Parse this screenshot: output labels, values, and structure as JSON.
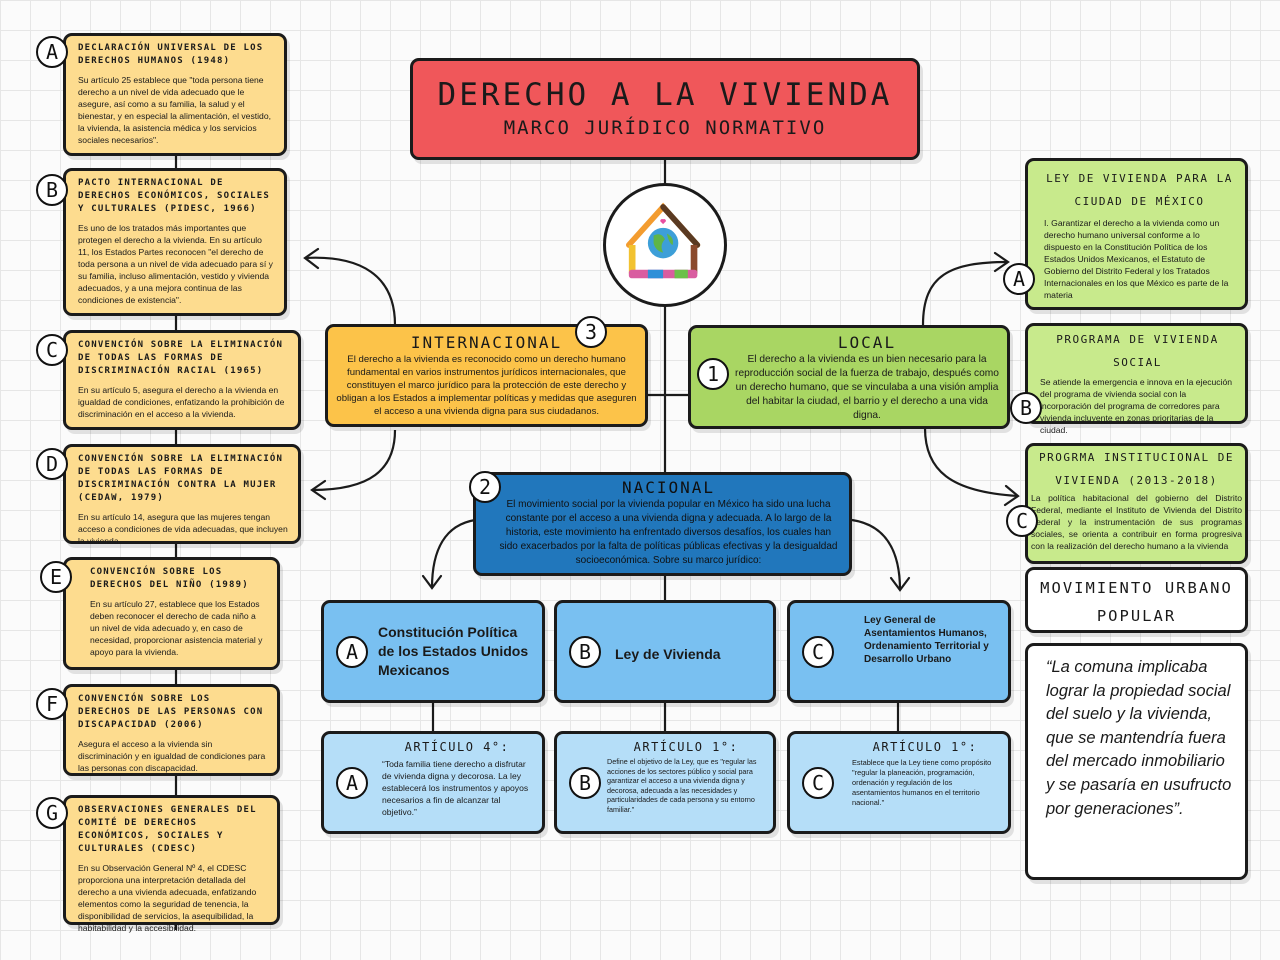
{
  "header": {
    "title": "DERECHO A LA VIVIENDA",
    "subtitle": "MARCO JURÍDICO NORMATIVO"
  },
  "international": {
    "badge": "3",
    "title": "INTERNACIONAL",
    "text": "El derecho a la vivienda es reconocido como un derecho humano fundamental en varios instrumentos jurídicos internacionales, que constituyen el marco jurídico para la protección de este derecho y obligan a los Estados a implementar políticas y medidas que aseguren el acceso a una vivienda digna para sus ciudadanos."
  },
  "local": {
    "badge": "1",
    "title": "LOCAL",
    "text": "El derecho a la vivienda es un bien necesario para la reproducción social de la fuerza de trabajo, después como un derecho humano, que se vinculaba a una visión amplia del habitar la ciudad, el barrio y el derecho a una vida digna."
  },
  "national": {
    "badge": "2",
    "title": "NACIONAL",
    "text": "El movimiento social por la vivienda popular en México ha sido una lucha constante por el acceso a una vivienda digna y adecuada. A lo largo de la historia, este movimiento ha enfrentado diversos desafíos, los cuales han sido exacerbados por la falta de políticas públicas efectivas y la desigualdad socioeconómica. Sobre su marco jurídico:"
  },
  "left_items": [
    {
      "letter": "A",
      "title": "DECLARACIÓN UNIVERSAL DE LOS DERECHOS HUMANOS (1948)",
      "text": "Su artículo 25 establece que \"toda persona tiene derecho a un nivel de vida adecuado que le asegure, así como a su familia, la salud y el bienestar, y en especial la alimentación, el vestido, la vivienda, la asistencia médica y los servicios sociales necesarios\"."
    },
    {
      "letter": "B",
      "title": "PACTO INTERNACIONAL DE DERECHOS ECONÓMICOS, SOCIALES Y CULTURALES (PIDESC, 1966)",
      "text": "Es uno de los tratados más importantes que protegen el derecho a la vivienda. En su artículo 11, los Estados Partes reconocen \"el derecho de toda persona a un nivel de vida adecuado para sí y su familia, incluso alimentación, vestido y vivienda adecuados, y a una mejora continua de las condiciones de existencia\"."
    },
    {
      "letter": "C",
      "title": "CONVENCIÓN SOBRE LA ELIMINACIÓN DE TODAS LAS FORMAS DE DISCRIMINACIÓN RACIAL (1965)",
      "text": "En su artículo 5, asegura el derecho a la vivienda en igualdad de condiciones, enfatizando la prohibición de discriminación en el acceso a la vivienda."
    },
    {
      "letter": "D",
      "title": "CONVENCIÓN SOBRE LA ELIMINACIÓN DE TODAS LAS FORMAS DE DISCRIMINACIÓN CONTRA LA MUJER (CEDAW, 1979)",
      "text": "En su artículo 14, asegura que las mujeres tengan acceso a condiciones de vida adecuadas, que incluyen la vivienda."
    },
    {
      "letter": "E",
      "title": "CONVENCIÓN SOBRE LOS DERECHOS DEL NIÑO (1989)",
      "text": "En su artículo 27, establece que los Estados deben reconocer el derecho de cada niño a un nivel de vida adecuado y, en caso de necesidad, proporcionar asistencia material y apoyo para la vivienda."
    },
    {
      "letter": "F",
      "title": "CONVENCIÓN SOBRE LOS DERECHOS DE LAS PERSONAS CON DISCAPACIDAD (2006)",
      "text": "Asegura el acceso a la vivienda sin discriminación y en igualdad de condiciones para las personas con discapacidad."
    },
    {
      "letter": "G",
      "title": "OBSERVACIONES GENERALES DEL COMITÉ DE DERECHOS ECONÓMICOS, SOCIALES Y CULTURALES (CDESC)",
      "text": "En su Observación General Nº 4, el CDESC proporciona una interpretación detallada del derecho a una vivienda adecuada, enfatizando elementos como la seguridad de tenencia, la disponibilidad de servicios, la asequibilidad, la habitabilidad y la accesibilidad."
    }
  ],
  "right_items": [
    {
      "letter": "A",
      "title": "LEY DE VIVIENDA PARA LA CIUDAD DE MÉXICO",
      "text": "I. Garantizar el derecho a la vivienda como un derecho humano universal conforme a lo dispuesto en la Constitución Política de los Estados Unidos Mexicanos, el Estatuto de Gobierno del Distrito Federal y los Tratados Internacionales en los que México es parte de la materia"
    },
    {
      "letter": "B",
      "title": "PROGRAMA DE VIVIENDA SOCIAL",
      "text": "Se atiende la emergencia e innova en la ejecución del programa de vivienda social con la incorporación del programa de corredores para vivienda incluyente en zonas prioritarias de la ciudad."
    },
    {
      "letter": "C",
      "title": "PROGRMA INSTITUCIONAL DE VIVIENDA (2013-2018)",
      "text": "La política habitacional del gobierno del Distrito Federal, mediante el Instituto de Vivienda del Distrito Federal y la instrumentación de sus programas sociales, se orienta a contribuir en forma progresiva con la realización del derecho humano a la vivienda"
    }
  ],
  "movement": {
    "title": "MOVIMIENTO URBANO POPULAR",
    "quote": "“La comuna implicaba lograr la propiedad social del suelo y la vivienda, que se mantendría fuera del mercado inmobiliario y se pasaría en usufructo por generaciones”."
  },
  "laws": [
    {
      "letter": "A",
      "title": "Constitución Política de los Estados Unidos Mexicanos"
    },
    {
      "letter": "B",
      "title": "Ley de Vivienda"
    },
    {
      "letter": "C",
      "title": "Ley General de Asentamientos Humanos, Ordenamiento Territorial y Desarrollo Urbano"
    }
  ],
  "articles": [
    {
      "letter": "A",
      "title": "ARTÍCULO 4°:",
      "text": "“Toda familia tiene derecho a disfrutar de vivienda digna y decorosa. La ley establecerá los instrumentos y apoyos necesarios a fin de alcanzar tal objetivo.”"
    },
    {
      "letter": "B",
      "title": "ARTÍCULO 1°:",
      "text": "Define el objetivo de la Ley, que es \"regular las acciones de los sectores público y social para garantizar el acceso a una vivienda digna y decorosa, adecuada a las necesidades y particularidades de cada persona y su entorno familiar.\""
    },
    {
      "letter": "C",
      "title": "ARTÍCULO 1°:",
      "text": "Establece que la Ley tiene como propósito \"regular la planeación, programación, ordenación y regulación de los asentamientos humanos en el territorio nacional.\""
    }
  ],
  "colors": {
    "header": "#f0575a",
    "international": "#fcc349",
    "left_cards": "#fddc8f",
    "local": "#a9d663",
    "right_cards": "#c8ea8c",
    "national": "#2177bc",
    "laws": "#79c0f1",
    "articles": "#b5def8"
  }
}
